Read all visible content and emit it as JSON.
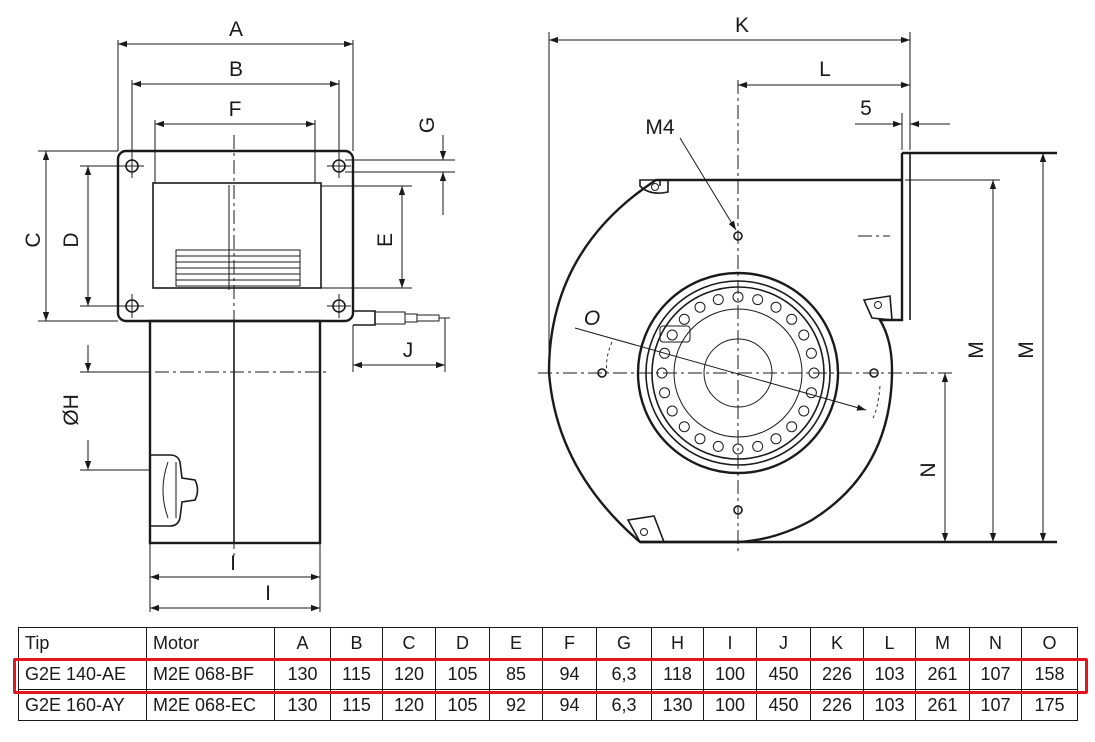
{
  "drawing": {
    "dimension_labels": {
      "A": "A",
      "B": "B",
      "F": "F",
      "G": "G",
      "C": "C",
      "D": "D",
      "E": "E",
      "J": "J",
      "H": "ØH",
      "I1": "I",
      "I2": "I",
      "K": "K",
      "L": "L",
      "five": "5",
      "M4": "M4",
      "O": "O",
      "M1": "M",
      "M2": "M",
      "N": "N"
    }
  },
  "table": {
    "columns": [
      "Tip",
      "Motor",
      "A",
      "B",
      "C",
      "D",
      "E",
      "F",
      "G",
      "H",
      "I",
      "J",
      "K",
      "L",
      "M",
      "N",
      "O"
    ],
    "rows": [
      [
        "G2E 140-AE",
        "M2E 068-BF",
        "130",
        "115",
        "120",
        "105",
        "85",
        "94",
        "6,3",
        "118",
        "100",
        "450",
        "226",
        "103",
        "261",
        "107",
        "158"
      ],
      [
        "G2E 160-AY",
        "M2E 068-EC",
        "130",
        "115",
        "120",
        "105",
        "92",
        "94",
        "6,3",
        "130",
        "100",
        "450",
        "226",
        "103",
        "261",
        "107",
        "175"
      ]
    ],
    "highlighted_row": 0,
    "highlight_color": "#e4151c"
  }
}
